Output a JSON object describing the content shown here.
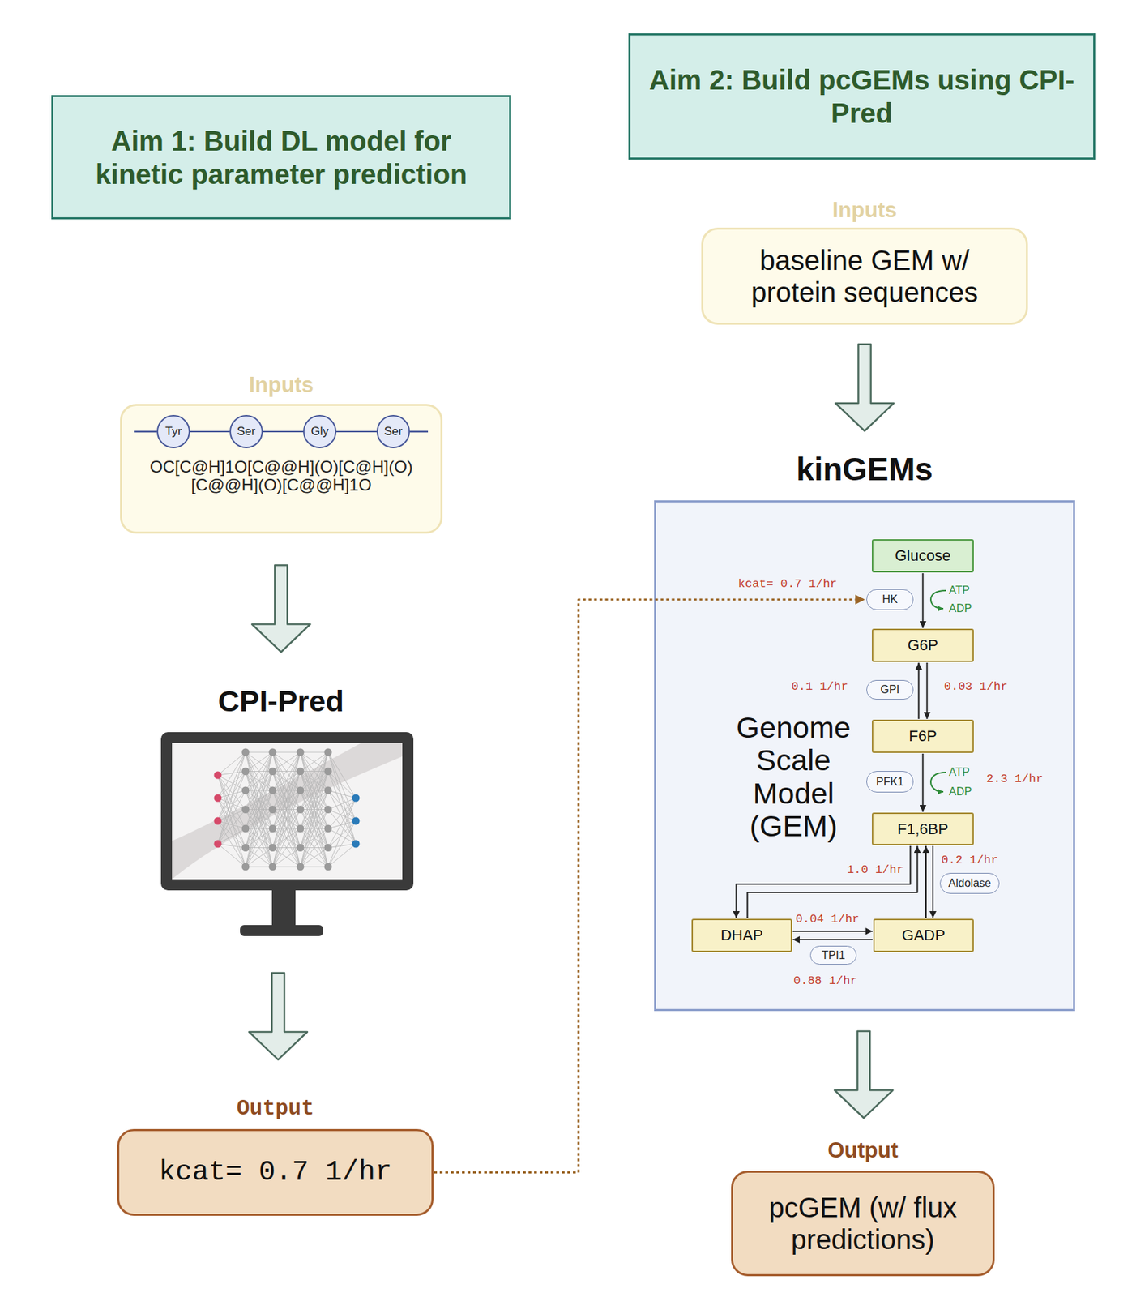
{
  "diagram": {
    "nodes": [
      {
        "text": [
          "Aim 1: Build DL model for kinetic parameter prediction"
        ]
      },
      {
        "text": [
          "Aim 2: Build pcGEMs using CPI-Pred"
        ]
      },
      {
        "text": [
          "Inputs",
          "OC[C@H]1O[C@@H](O)[C@H](O) [C@@H](O)[C@@H]1O"
        ]
      },
      {
        "text": [
          "Tyr"
        ],
        "in": 2
      },
      {
        "text": [
          "Ser"
        ],
        "in": 2
      },
      {
        "text": [
          "Gly"
        ],
        "in": 2
      },
      {
        "text": [
          "Ser"
        ],
        "in": 2
      },
      {
        "text": [
          "CPI-Pred"
        ]
      },
      {
        "text": [
          "Output",
          "kcat= 0.7 1/hr"
        ]
      },
      {
        "text": [
          "Inputs",
          "baseline GEM w/ protein sequences"
        ]
      },
      {
        "text": [
          "kinGEMs",
          "Genome Scale Model (GEM)"
        ]
      },
      {
        "text": [
          "Glucose"
        ],
        "in": 10
      },
      {
        "text": [
          "HK"
        ],
        "in": 10
      },
      {
        "text": [
          "G6P"
        ],
        "in": 10
      },
      {
        "text": [
          "GPI"
        ],
        "in": 10
      },
      {
        "text": [
          "F6P"
        ],
        "in": 10
      },
      {
        "text": [
          "PFK1"
        ],
        "in": 10
      },
      {
        "text": [
          "F1,6BP"
        ],
        "in": 10
      },
      {
        "text": [
          "Aldolase"
        ],
        "in": 10
      },
      {
        "text": [
          "DHAP"
        ],
        "in": 10
      },
      {
        "text": [
          "GADP"
        ],
        "in": 10
      },
      {
        "text": [
          "TPI1"
        ],
        "in": 10
      },
      {
        "text": [
          "Output",
          "pcGEM (w/ flux predictions)"
        ]
      }
    ],
    "edges": [
      {
        "from": 3,
        "to": 4,
        "arrow": "none"
      },
      {
        "from": 4,
        "to": 5,
        "arrow": "none"
      },
      {
        "from": 5,
        "to": 6,
        "arrow": "none"
      },
      {
        "from": 2,
        "to": 7,
        "arrow": "to"
      },
      {
        "from": 7,
        "to": 8,
        "arrow": "to"
      },
      {
        "from": 8,
        "to": 12,
        "label": "kcat= 0.7 1/hr",
        "arrow": "to"
      },
      {
        "from": 9,
        "to": 10,
        "arrow": "to"
      },
      {
        "from": 10,
        "to": 22,
        "arrow": "to"
      },
      {
        "from": 11,
        "to": 13,
        "arrow": "to"
      },
      {
        "from": 13,
        "to": 15,
        "arrow": "to"
      },
      {
        "from": 15,
        "to": 13,
        "arrow": "to"
      },
      {
        "from": 15,
        "to": 17,
        "arrow": "to"
      },
      {
        "from": 17,
        "to": 20,
        "arrow": "to"
      },
      {
        "from": 20,
        "to": 17,
        "arrow": "to"
      },
      {
        "from": 17,
        "to": 19,
        "arrow": "to"
      },
      {
        "from": 19,
        "to": 17,
        "arrow": "to"
      },
      {
        "from": 19,
        "to": 20,
        "arrow": "to"
      },
      {
        "from": 20,
        "to": 19,
        "arrow": "to"
      }
    ],
    "labels": [
      "ATP",
      "ADP",
      "0.1 1/hr",
      "0.03 1/hr",
      "ATP",
      "ADP",
      "2.3 1/hr",
      "1.0 1/hr",
      "0.2 1/hr",
      "0.04 1/hr",
      "0.88 1/hr"
    ]
  }
}
